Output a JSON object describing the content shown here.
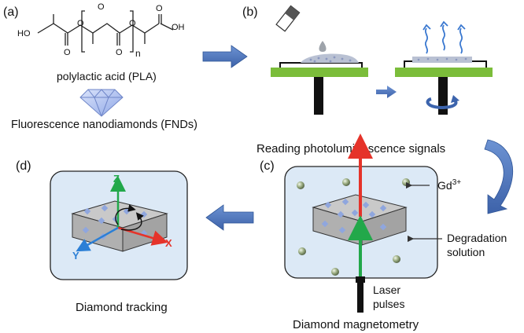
{
  "panels": {
    "a": "(a)",
    "b": "(b)",
    "c": "(c)",
    "d": "(d)"
  },
  "molecule": {
    "ho": "HO",
    "oh": "OH",
    "o_bottom_left": "O",
    "o_bottom_right": "O",
    "o_ester_1": "O",
    "o_top": "O",
    "o_ester_2": "O",
    "o_acid_bottom": "O",
    "repeat": "n"
  },
  "labels": {
    "pla": "polylactic acid (PLA)",
    "fnd": "Fluorescence nanodiamonds (FNDs)",
    "reading": "Reading photoluminescence signals",
    "gd": "Gd",
    "gd_sup": "3+",
    "degradation_1": "Degradation",
    "degradation_2": "solution",
    "laser_1": "Laser",
    "laser_2": "pulses",
    "magnetometry": "Diamond magnetometry",
    "tracking": "Diamond tracking"
  },
  "axes": {
    "z": "Z",
    "x": "X",
    "y": "Y"
  },
  "colors": {
    "process_arrow": "#4a73b9",
    "stage_green": "#7bbd3a",
    "box_fill": "#dce9f6",
    "emission_red": "#e5332a",
    "laser_green": "#22a84a",
    "axis_blue": "#2b7fd6"
  }
}
